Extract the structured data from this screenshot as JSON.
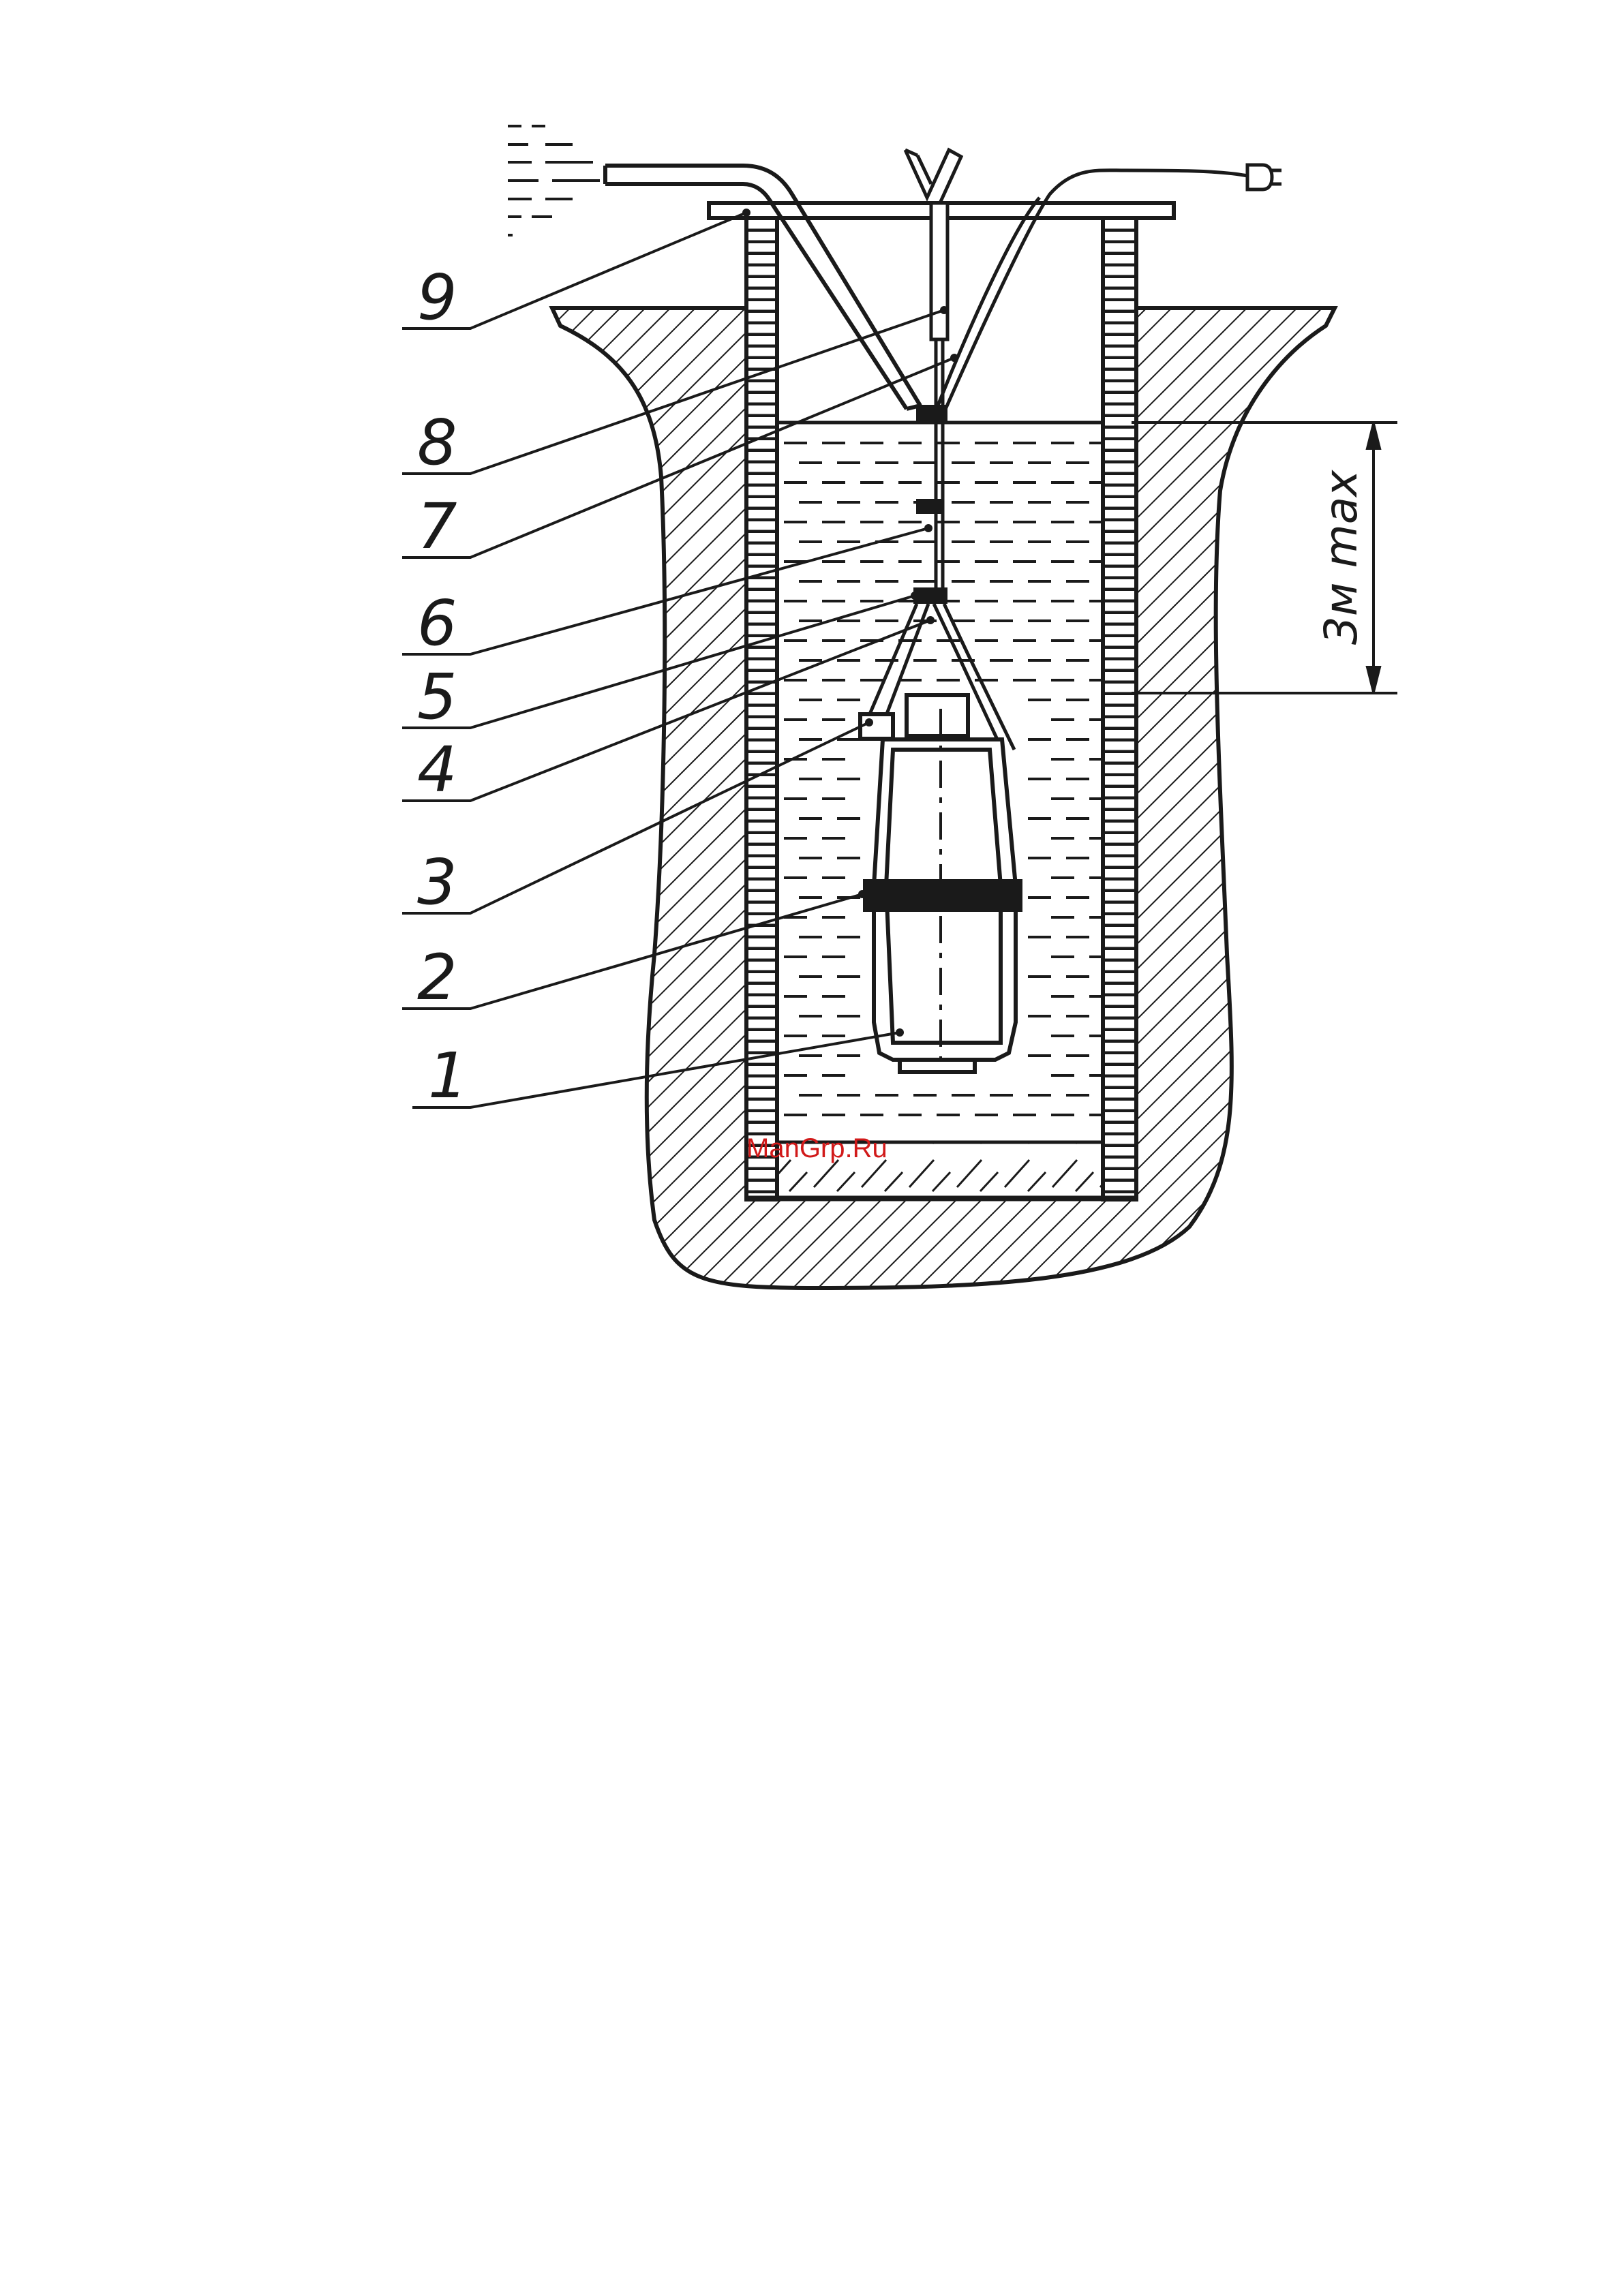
{
  "callouts": [
    {
      "number": "1"
    },
    {
      "number": "2"
    },
    {
      "number": "3"
    },
    {
      "number": "4"
    },
    {
      "number": "5"
    },
    {
      "number": "6"
    },
    {
      "number": "7"
    },
    {
      "number": "8"
    },
    {
      "number": "9"
    }
  ],
  "dimension": {
    "label": "3м max"
  },
  "watermark": {
    "text": "ManGrp.Ru",
    "color": "#d11a1a"
  },
  "colors": {
    "ink": "#1a1a1a",
    "background": "#ffffff"
  }
}
